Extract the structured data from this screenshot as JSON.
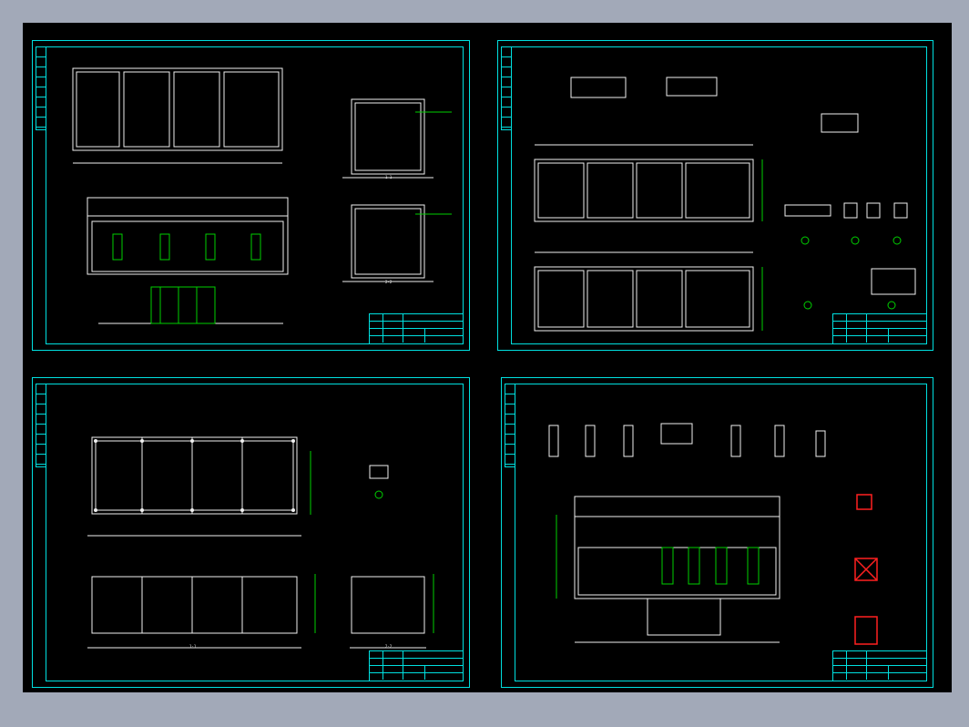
{
  "window": {
    "title": ""
  },
  "sheets": [
    {
      "id": "sheet-1",
      "title_block": [
        "",
        "",
        "",
        ""
      ],
      "views": [
        {
          "name": "plan-view-1",
          "label": ""
        },
        {
          "name": "elevation-view-1",
          "label": ""
        },
        {
          "name": "section-1-1",
          "label": "1-1"
        },
        {
          "name": "section-2-2",
          "label": "2-2"
        }
      ]
    },
    {
      "id": "sheet-2",
      "title_block": [
        "",
        "",
        "",
        ""
      ],
      "views": [
        {
          "name": "detail-top-left",
          "label": ""
        },
        {
          "name": "detail-top-mid",
          "label": ""
        },
        {
          "name": "section-upper",
          "label": ""
        },
        {
          "name": "section-lower",
          "label": ""
        }
      ]
    },
    {
      "id": "sheet-3",
      "title_block": [
        "",
        "",
        "",
        ""
      ],
      "views": [
        {
          "name": "plan-view-3",
          "label": ""
        },
        {
          "name": "elevation-1-1",
          "label": "1-1"
        },
        {
          "name": "section-2-2",
          "label": "2-2"
        }
      ]
    },
    {
      "id": "sheet-4",
      "title_block": [
        "",
        "",
        "",
        ""
      ],
      "views": [
        {
          "name": "column-details-row",
          "label": ""
        },
        {
          "name": "main-elevation-4",
          "label": ""
        },
        {
          "name": "red-details",
          "label": ""
        }
      ]
    }
  ],
  "colors": {
    "background": "#a2a9b8",
    "viewport": "#000000",
    "frame": "#00e0e0",
    "line": "#f0f0f0",
    "dim": "#00d000",
    "annot": "#40ff40",
    "accent": "#ff2020"
  }
}
